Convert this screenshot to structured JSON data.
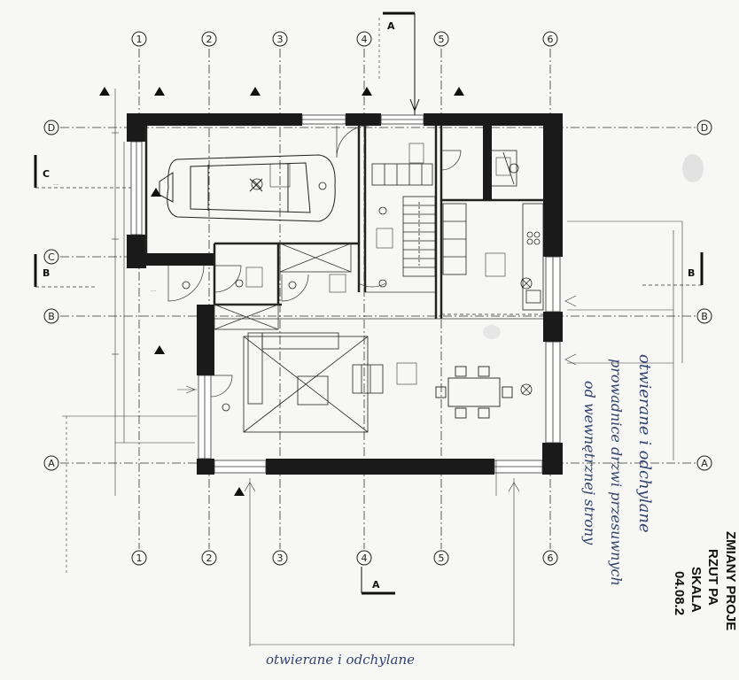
{
  "axes": {
    "vertical": [
      "1",
      "2",
      "3",
      "4",
      "5",
      "6"
    ],
    "horizontal": [
      "D",
      "C",
      "B",
      "A"
    ]
  },
  "sections": {
    "a_top": "A",
    "a_bottom": "A",
    "c_left": "C",
    "b_left": "B",
    "b_right": "B"
  },
  "handwritten": {
    "line1": "otwierane i odchylane",
    "line2": "prowadnice drzwi przesuwnych",
    "line3": "od wewnętrznej strony",
    "bottom": "otwierane i odchylane"
  },
  "title_block": {
    "line1": "ZMIANY PROJE",
    "line2": "RZUT PA",
    "line3": "SKALA",
    "line4": "04.08.2"
  },
  "colors": {
    "wall": "#1a1a1a",
    "line": "#2a2a2a",
    "ink": "#33426e",
    "paper": "#f7f7f5"
  }
}
